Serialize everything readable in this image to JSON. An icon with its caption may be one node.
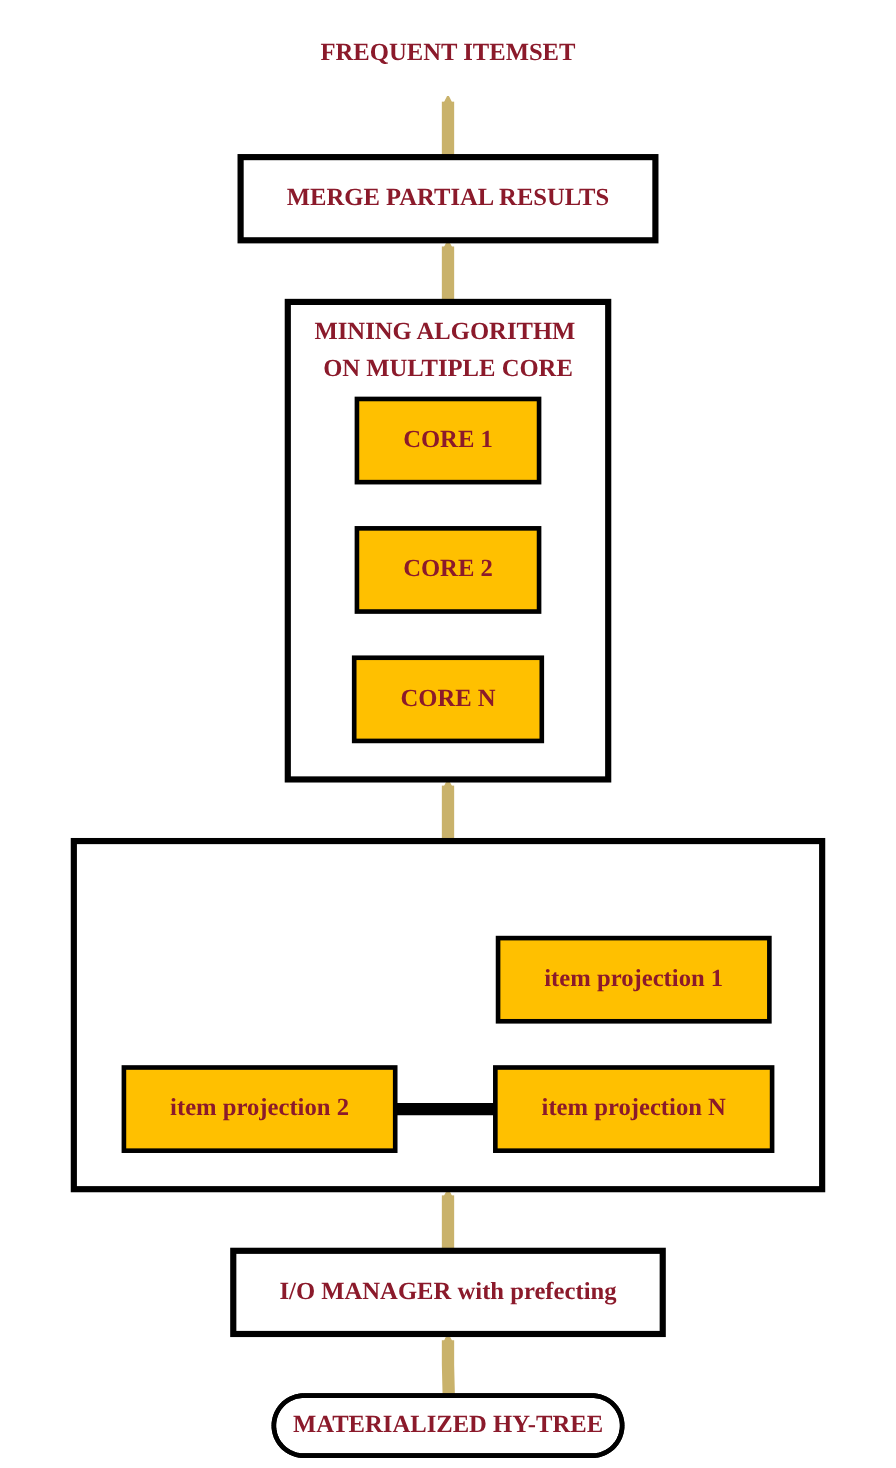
{
  "diagram": {
    "nodes": [
      {
        "text": [
          "FREQUENT ITEMSET"
        ]
      },
      {
        "text": [
          "MERGE PARTIAL RESULTS"
        ]
      },
      {
        "text": [
          "MINING ALGORITHM ON MULTIPLE CORE"
        ]
      },
      {
        "text": [
          "CORE 1"
        ],
        "in": 2
      },
      {
        "text": [
          "CORE 2"
        ],
        "in": 2
      },
      {
        "text": [
          "CORE N"
        ],
        "in": 2
      },
      {
        "text": [],
        "shape": "box"
      },
      {
        "text": [
          "item projection 1"
        ],
        "in": 6
      },
      {
        "text": [
          "item projection 2"
        ],
        "in": 6
      },
      {
        "text": [
          "item projection N"
        ],
        "in": 6
      },
      {
        "text": [
          "I/O MANAGER with prefecting"
        ]
      },
      {
        "text": [
          "MATERIALIZED HY-TREE"
        ]
      }
    ],
    "edges": [
      {
        "from": 11,
        "to": 10,
        "arrow": "to"
      },
      {
        "from": 10,
        "to": 6,
        "arrow": "to"
      },
      {
        "from": 6,
        "to": 2,
        "arrow": "to"
      },
      {
        "from": 2,
        "to": 1,
        "arrow": "to"
      },
      {
        "from": 1,
        "to": 0,
        "arrow": "to"
      },
      {
        "from": 8,
        "to": 9,
        "arrow": "none",
        "color": "#000000"
      }
    ]
  }
}
